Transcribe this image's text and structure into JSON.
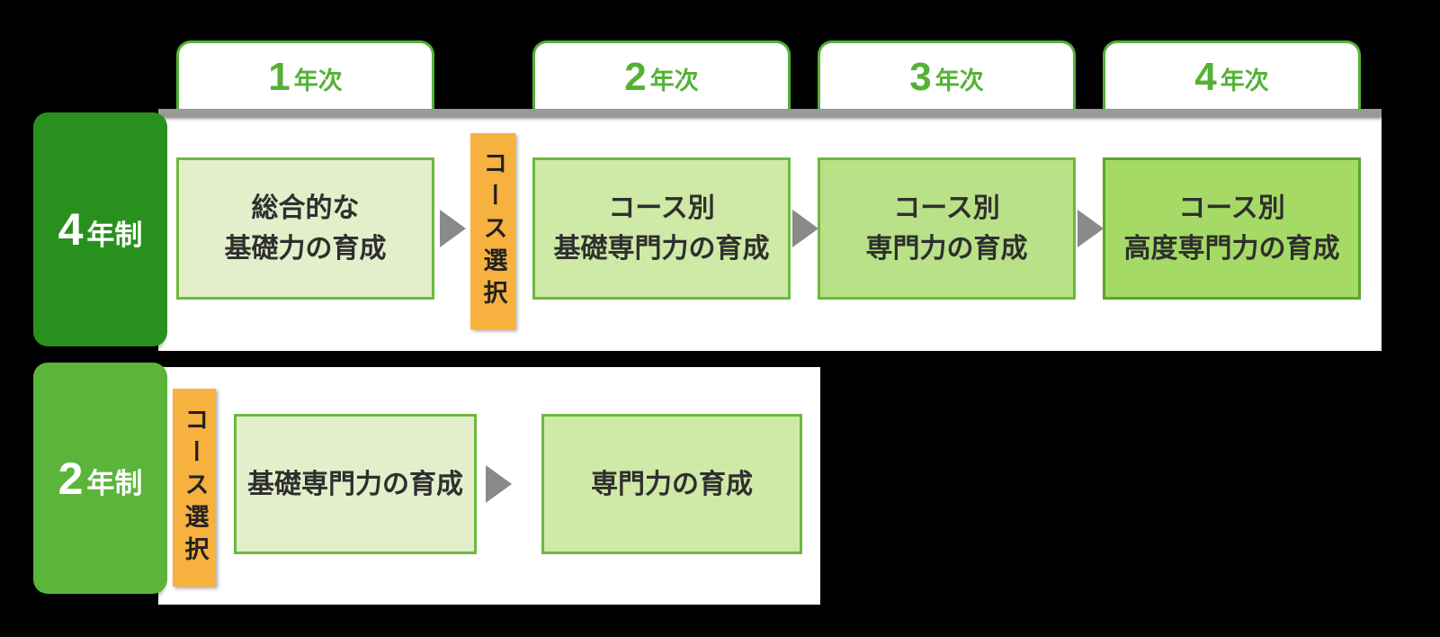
{
  "diagram_title": "curriculum-flow",
  "colors": {
    "program_4y_green": "#28911e",
    "program_2y_green": "#5bb53b",
    "tab_green": "#53b236",
    "box_border_green": "#6cb93e",
    "box_border_dark_green": "#58a62f",
    "fill_level1": "#e3eecb",
    "fill_level2": "#cfe9a6",
    "fill_level3": "#b9e187",
    "fill_level4": "#a5da66",
    "course_select_orange": "#f7b13e",
    "track_gray": "#999999",
    "arrow_gray": "#8a8a8a"
  },
  "tabs": [
    {
      "number": "1",
      "suffix": "年次"
    },
    {
      "number": "2",
      "suffix": "年次"
    },
    {
      "number": "3",
      "suffix": "年次"
    },
    {
      "number": "4",
      "suffix": "年次"
    }
  ],
  "program_4y": {
    "label_number": "4",
    "label_suffix": "年制",
    "course_select": "コース選択",
    "box1_line1": "総合的な",
    "box1_line2": "基礎力の育成",
    "box2_line1": "コース別",
    "box2_line2": "基礎専門力の育成",
    "box3_line1": "コース別",
    "box3_line2": "専門力の育成",
    "box4_line1": "コース別",
    "box4_line2": "高度専門力の育成"
  },
  "program_2y": {
    "label_number": "2",
    "label_suffix": "年制",
    "course_select": "コース選択",
    "box1": "基礎専門力の育成",
    "box2": "専門力の育成"
  }
}
